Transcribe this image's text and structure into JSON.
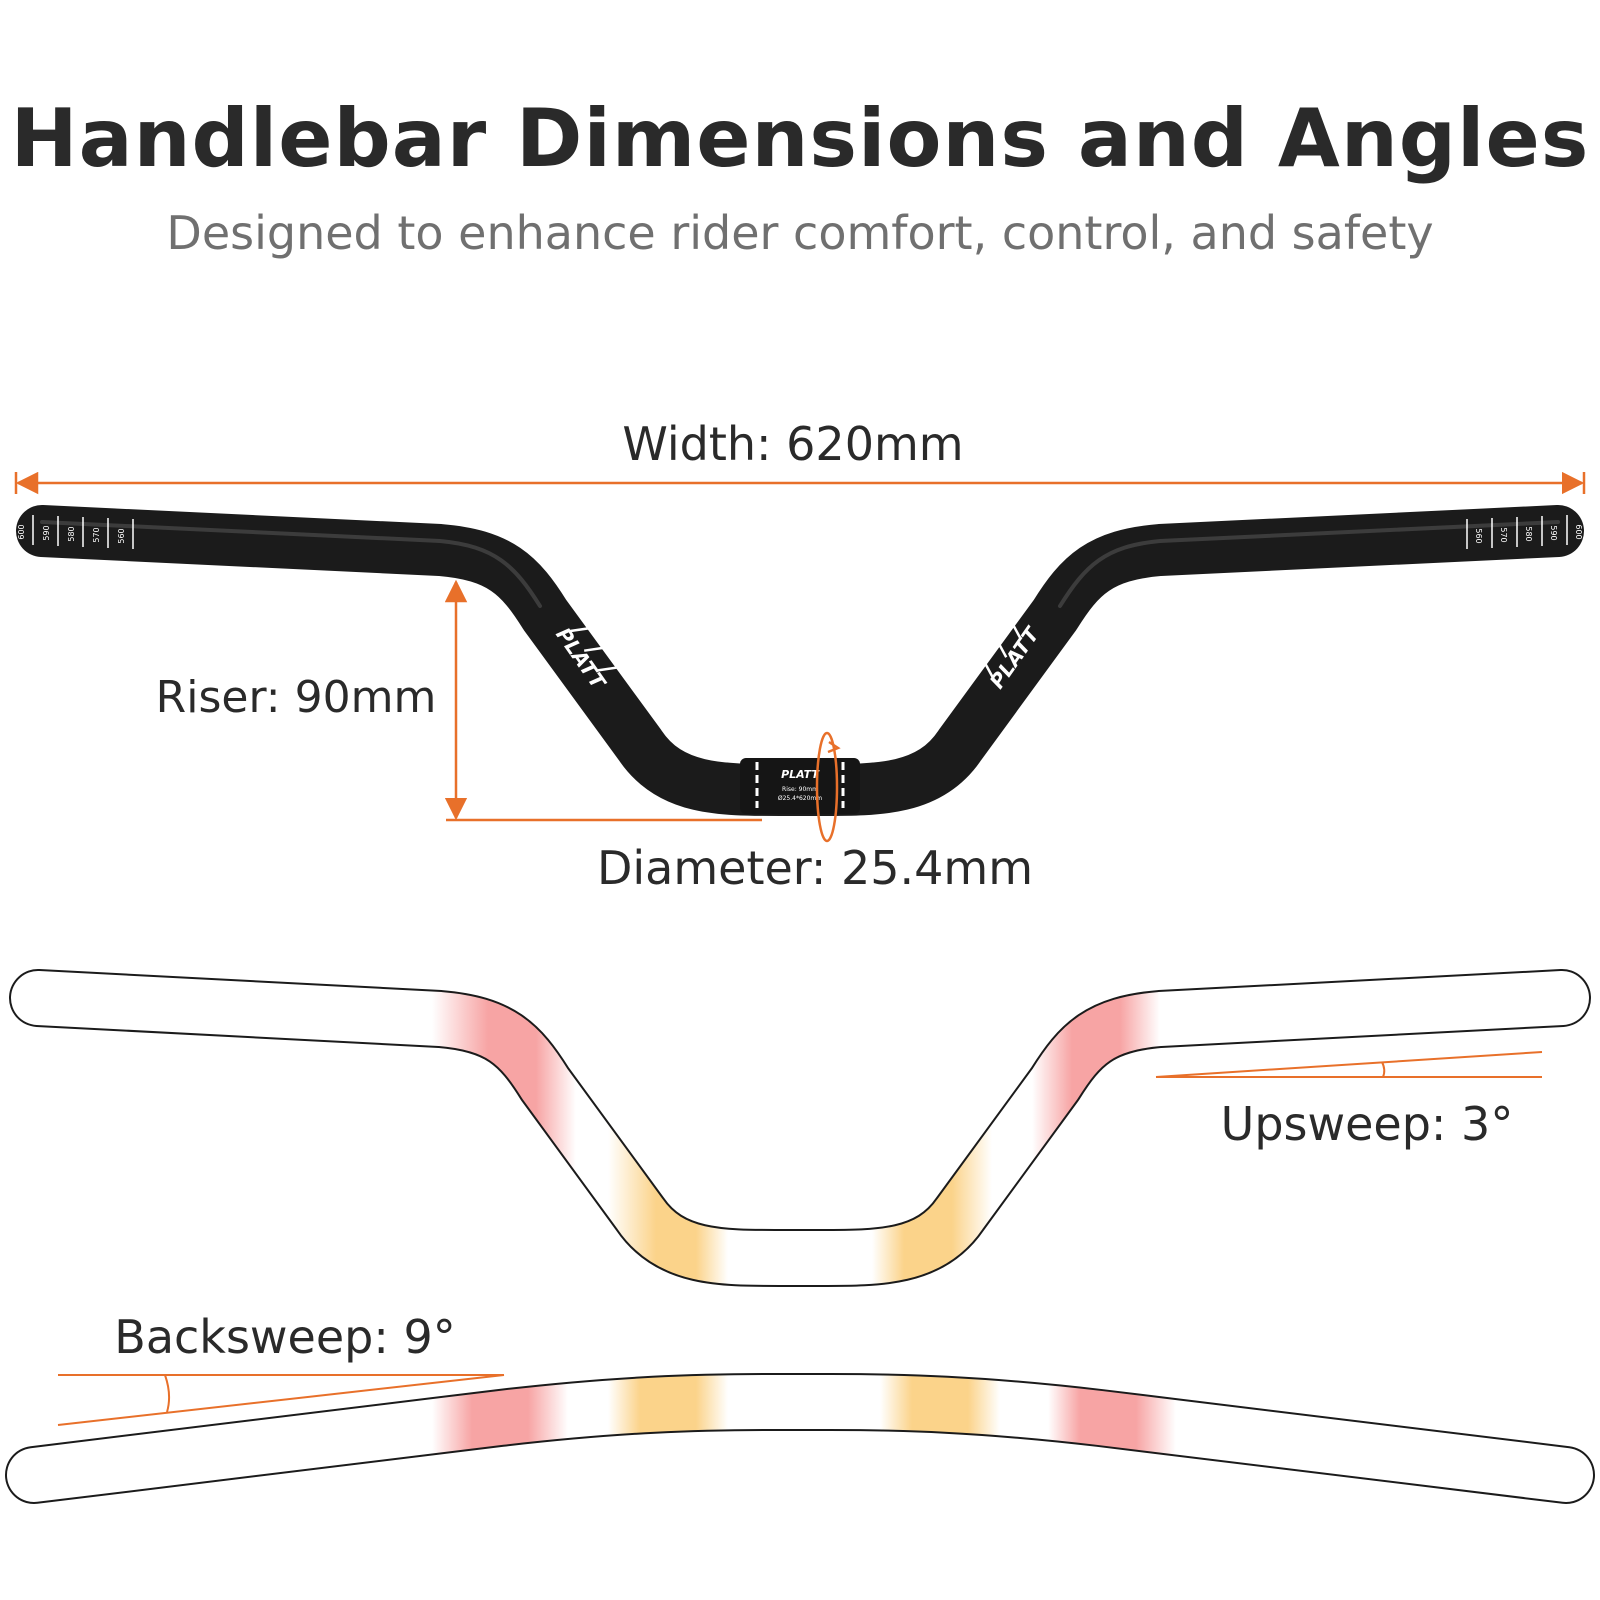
{
  "header": {
    "title": "Handlebar Dimensions and Angles",
    "subtitle": "Designed to enhance rider comfort, control, and safety"
  },
  "dimensions": {
    "width": "Width: 620mm",
    "riser": "Riser: 90mm",
    "diameter": "Diameter:  25.4mm",
    "upsweep": "Upsweep: 3°",
    "backsweep": "Backsweep: 9°"
  },
  "product": {
    "brand": "PLATT",
    "center_text_1": "Rise: 90mm",
    "center_text_2": "Ø25.4*620mm",
    "scale_marks": [
      "600",
      "590",
      "580",
      "570",
      "560"
    ]
  },
  "colors": {
    "accent": "#e8702a",
    "bar": "#1b1b1b",
    "heat_red": "#f7a4a4",
    "heat_yellow": "#fbd38a"
  }
}
